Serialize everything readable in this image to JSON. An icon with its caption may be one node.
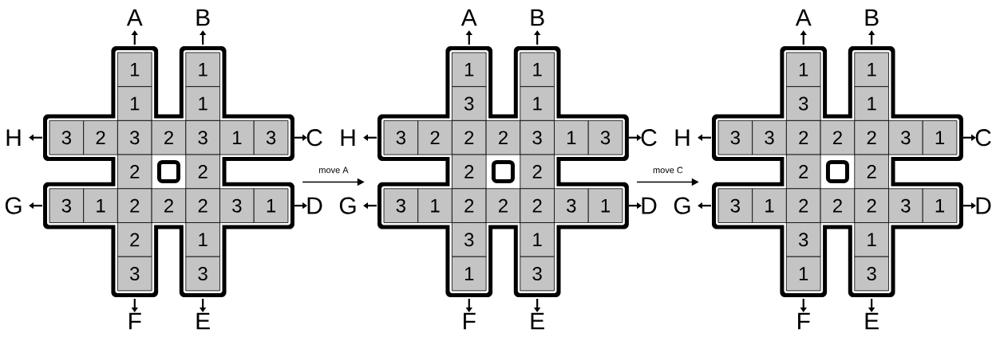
{
  "diagram": {
    "nodes": [
      {
        "text": [],
        "shape": "cross"
      },
      {
        "text": [
          "1"
        ],
        "in": 0
      },
      {
        "text": [
          "1"
        ],
        "in": 0
      },
      {
        "text": [
          "1"
        ],
        "in": 0
      },
      {
        "text": [
          "1"
        ],
        "in": 0
      },
      {
        "text": [
          "3"
        ],
        "in": 0
      },
      {
        "text": [
          "2"
        ],
        "in": 0
      },
      {
        "text": [
          "3"
        ],
        "in": 0
      },
      {
        "text": [
          "2"
        ],
        "in": 0
      },
      {
        "text": [
          "3"
        ],
        "in": 0
      },
      {
        "text": [
          "1"
        ],
        "in": 0
      },
      {
        "text": [
          "3"
        ],
        "in": 0
      },
      {
        "text": [
          "2"
        ],
        "in": 0
      },
      {
        "text": [
          "2"
        ],
        "in": 0
      },
      {
        "text": [
          "3"
        ],
        "in": 0
      },
      {
        "text": [
          "1"
        ],
        "in": 0
      },
      {
        "text": [
          "2"
        ],
        "in": 0
      },
      {
        "text": [
          "2"
        ],
        "in": 0
      },
      {
        "text": [
          "2"
        ],
        "in": 0
      },
      {
        "text": [
          "3"
        ],
        "in": 0
      },
      {
        "text": [
          "1"
        ],
        "in": 0
      },
      {
        "text": [
          "2"
        ],
        "in": 0
      },
      {
        "text": [
          "1"
        ],
        "in": 0
      },
      {
        "text": [
          "3"
        ],
        "in": 0
      },
      {
        "text": [
          "3"
        ],
        "in": 0
      },
      {
        "text": [],
        "shape": "cross"
      },
      {
        "text": [
          "1"
        ],
        "in": 25
      },
      {
        "text": [
          "1"
        ],
        "in": 25
      },
      {
        "text": [
          "3"
        ],
        "in": 25
      },
      {
        "text": [
          "1"
        ],
        "in": 25
      },
      {
        "text": [
          "3"
        ],
        "in": 25
      },
      {
        "text": [
          "2"
        ],
        "in": 25
      },
      {
        "text": [
          "2"
        ],
        "in": 25
      },
      {
        "text": [
          "2"
        ],
        "in": 25
      },
      {
        "text": [
          "3"
        ],
        "in": 25
      },
      {
        "text": [
          "1"
        ],
        "in": 25
      },
      {
        "text": [
          "3"
        ],
        "in": 25
      },
      {
        "text": [
          "2"
        ],
        "in": 25
      },
      {
        "text": [
          "2"
        ],
        "in": 25
      },
      {
        "text": [
          "3"
        ],
        "in": 25
      },
      {
        "text": [
          "1"
        ],
        "in": 25
      },
      {
        "text": [
          "2"
        ],
        "in": 25
      },
      {
        "text": [
          "2"
        ],
        "in": 25
      },
      {
        "text": [
          "2"
        ],
        "in": 25
      },
      {
        "text": [
          "3"
        ],
        "in": 25
      },
      {
        "text": [
          "1"
        ],
        "in": 25
      },
      {
        "text": [
          "3"
        ],
        "in": 25
      },
      {
        "text": [
          "1"
        ],
        "in": 25
      },
      {
        "text": [
          "1"
        ],
        "in": 25
      },
      {
        "text": [
          "3"
        ],
        "in": 25
      },
      {
        "text": [],
        "shape": "cross"
      },
      {
        "text": [
          "1"
        ],
        "in": 50
      },
      {
        "text": [
          "1"
        ],
        "in": 50
      },
      {
        "text": [
          "3"
        ],
        "in": 50
      },
      {
        "text": [
          "1"
        ],
        "in": 50
      },
      {
        "text": [
          "3"
        ],
        "in": 50
      },
      {
        "text": [
          "3"
        ],
        "in": 50
      },
      {
        "text": [
          "2"
        ],
        "in": 50
      },
      {
        "text": [
          "2"
        ],
        "in": 50
      },
      {
        "text": [
          "2"
        ],
        "in": 50
      },
      {
        "text": [
          "3"
        ],
        "in": 50
      },
      {
        "text": [
          "1"
        ],
        "in": 50
      },
      {
        "text": [
          "2"
        ],
        "in": 50
      },
      {
        "text": [
          "2"
        ],
        "in": 50
      },
      {
        "text": [
          "3"
        ],
        "in": 50
      },
      {
        "text": [
          "1"
        ],
        "in": 50
      },
      {
        "text": [
          "2"
        ],
        "in": 50
      },
      {
        "text": [
          "2"
        ],
        "in": 50
      },
      {
        "text": [
          "2"
        ],
        "in": 50
      },
      {
        "text": [
          "3"
        ],
        "in": 50
      },
      {
        "text": [
          "1"
        ],
        "in": 50
      },
      {
        "text": [
          "3"
        ],
        "in": 50
      },
      {
        "text": [
          "1"
        ],
        "in": 50
      },
      {
        "text": [
          "1"
        ],
        "in": 50
      },
      {
        "text": [
          "3"
        ],
        "in": 50
      }
    ],
    "edges": [
      {
        "from": 0,
        "to": 25,
        "arrow": "to",
        "label": "move A"
      },
      {
        "from": 25,
        "to": 50,
        "arrow": "to",
        "label": "move C"
      }
    ],
    "labels": [
      "A",
      "B",
      "H",
      "C",
      "G",
      "D",
      "F",
      "E",
      "A",
      "B",
      "H",
      "C",
      "G",
      "D",
      "F",
      "E",
      "A",
      "B",
      "H",
      "C",
      "G",
      "D",
      "F",
      "E"
    ]
  }
}
